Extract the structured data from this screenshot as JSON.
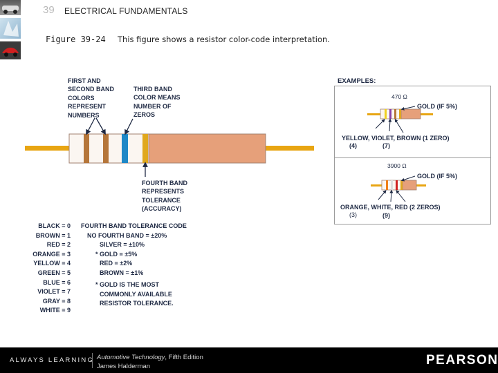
{
  "header": {
    "chapter_number": "39",
    "chapter_title": "ELECTRICAL FUNDAMENTALS"
  },
  "figure": {
    "label": "Figure 39-24",
    "caption": "This figure shows a resistor color-code interpretation."
  },
  "diagram": {
    "note_first_second": "FIRST AND\nSECOND BAND\nCOLORS\nREPRESENT\nNUMBERS",
    "note_third": "THIRD BAND\nCOLOR MEANS\nNUMBER OF\nZEROS",
    "note_fourth": "FOURTH BAND\nREPRESENTS\nTOLERANCE\n(ACCURACY)",
    "colors": {
      "brown": "#b5763a",
      "blue": "#1e88c7",
      "gold": "#e0a81e",
      "body": "#e6a07a",
      "lead": "#e8a512"
    },
    "color_codes": [
      {
        "name": "BLACK",
        "value": "0"
      },
      {
        "name": "BROWN",
        "value": "1"
      },
      {
        "name": "RED",
        "value": "2"
      },
      {
        "name": "ORANGE",
        "value": "3"
      },
      {
        "name": "YELLOW",
        "value": "4"
      },
      {
        "name": "GREEN",
        "value": "5"
      },
      {
        "name": "BLUE",
        "value": "6"
      },
      {
        "name": "VIOLET",
        "value": "7"
      },
      {
        "name": "GRAY",
        "value": "8"
      },
      {
        "name": "WHITE",
        "value": "9"
      }
    ],
    "tolerance": {
      "title": "FOURTH BAND TOLERANCE CODE",
      "lines": [
        "NO FOURTH BAND = ±20%",
        "SILVER = ±10%",
        "* GOLD = ±5%",
        "RED = ±2%",
        "BROWN = ±1%",
        "* GOLD IS THE MOST",
        "COMMONLY AVAILABLE",
        "RESISTOR TOLERANCE."
      ]
    },
    "examples": {
      "title": "EXAMPLES:",
      "ex1": {
        "value": "470 Ω",
        "gold": "GOLD (IF 5%)",
        "colors": "YELLOW, VIOLET, BROWN (1 ZERO)",
        "digit1": "(4)",
        "digit2": "(7)"
      },
      "ex2": {
        "value": "3900 Ω",
        "gold": "GOLD (IF 5%)",
        "colors": "ORANGE, WHITE, RED (2 ZEROS)",
        "digit1": "(3)",
        "digit2": "(9)"
      }
    }
  },
  "footer": {
    "tagline": "ALWAYS LEARNING",
    "book_title": "Automotive Technology",
    "edition": ", Fifth Edition",
    "author": "James Halderman",
    "brand": "PEARSON"
  }
}
